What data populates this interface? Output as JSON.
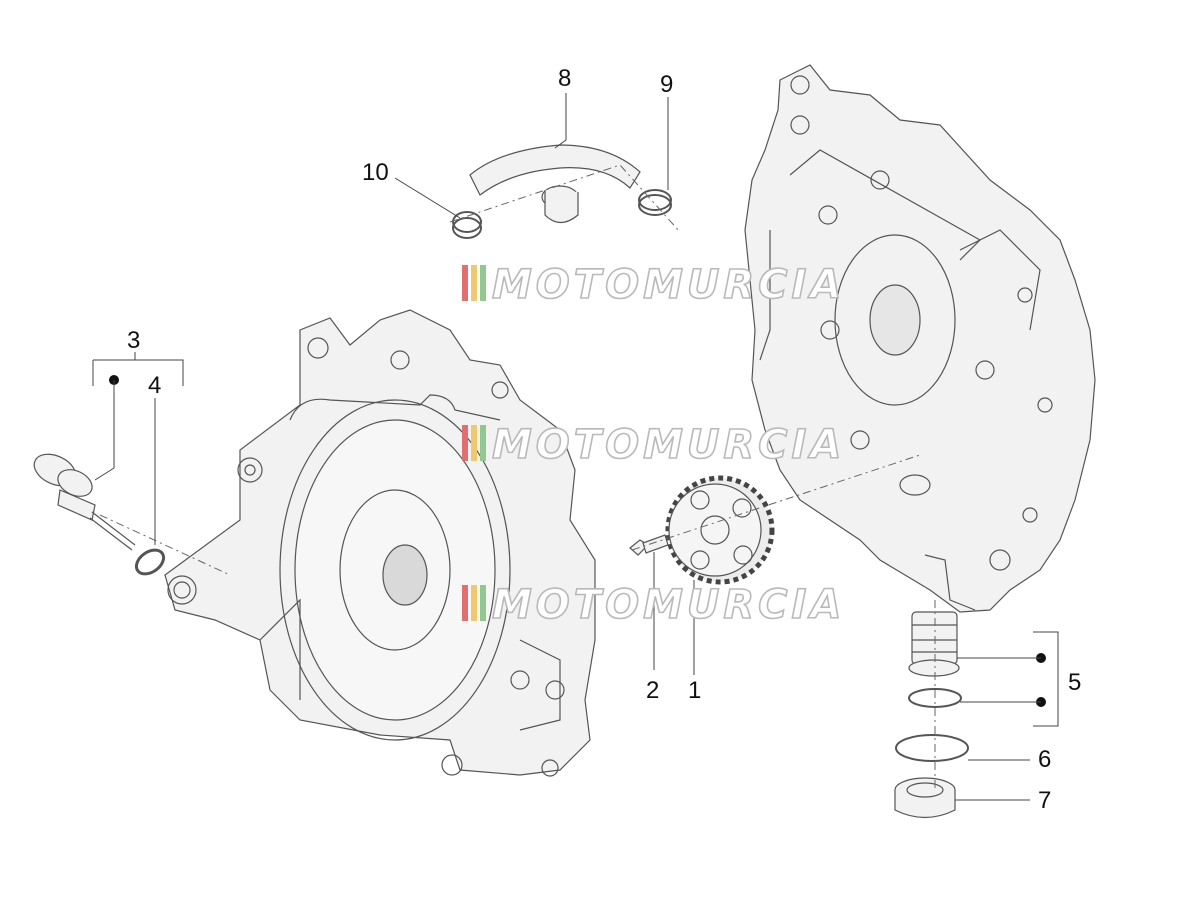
{
  "callouts": [
    "1",
    "2",
    "3",
    "4",
    "5",
    "6",
    "7",
    "8",
    "9",
    "10"
  ],
  "watermark": "MOTOMURCIA"
}
